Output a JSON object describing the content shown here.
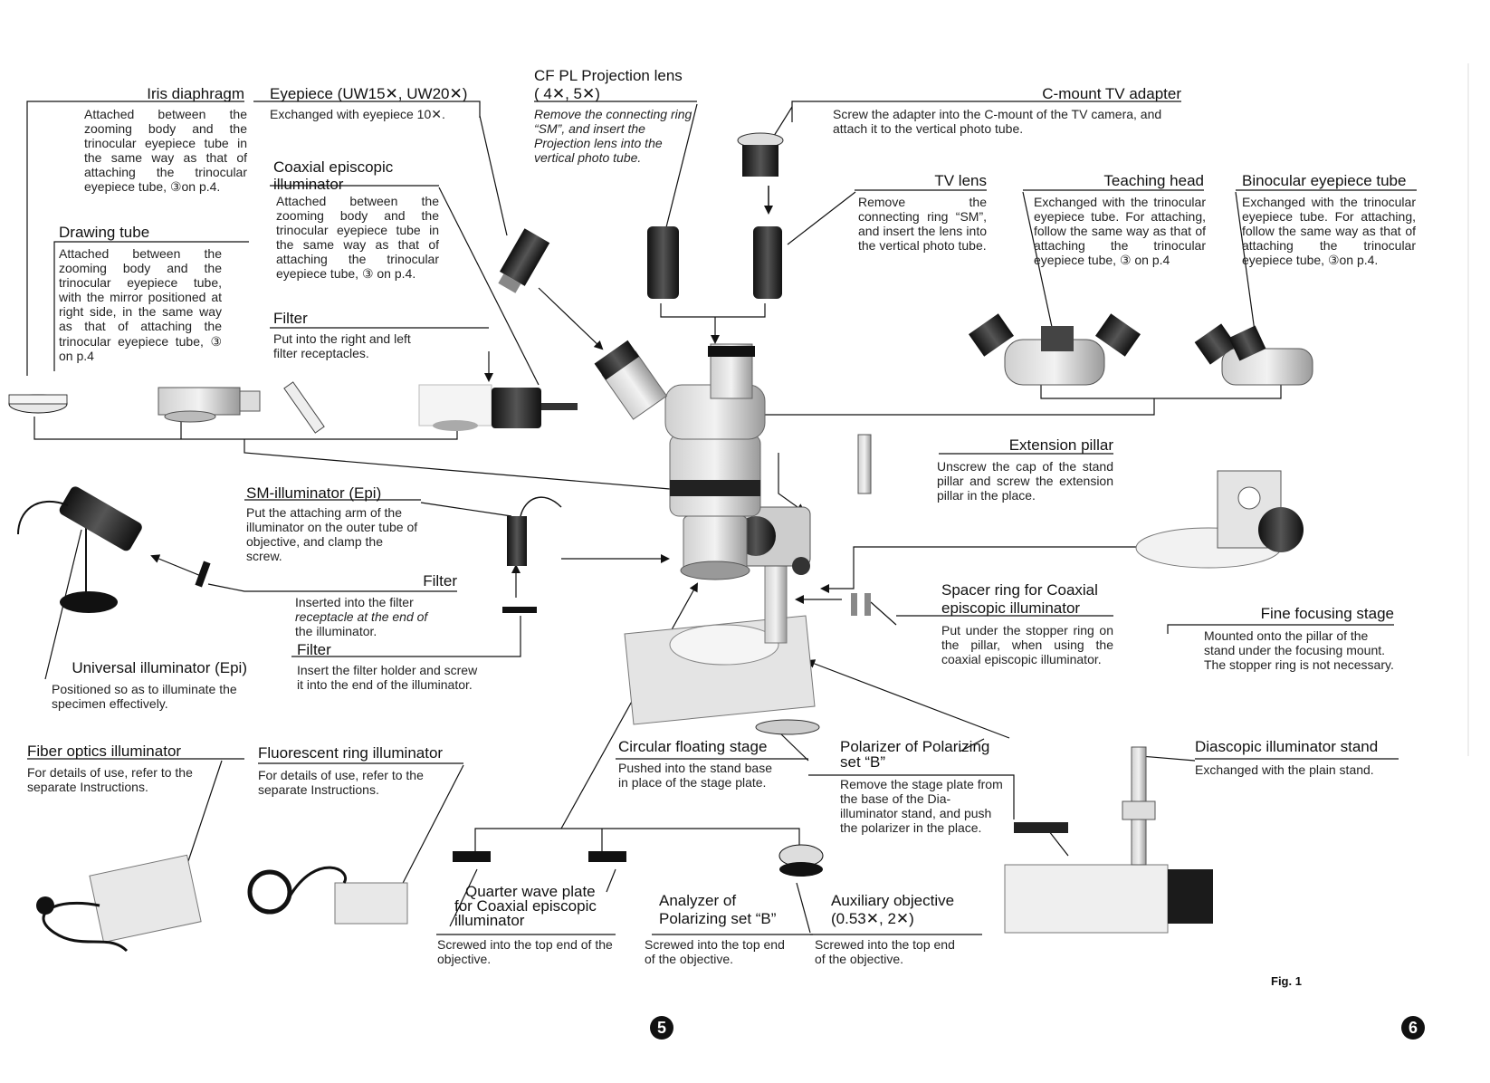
{
  "figure_label": "Fig. 1",
  "page_numbers": [
    "5",
    "6"
  ],
  "parts": {
    "iris": {
      "title": "Iris diaphragm",
      "desc": "Attached between the zooming body and the trinocular eyepiece tube in the same way as that of attaching the trinocular eyepiece tube, ③on p.4."
    },
    "eyepiece": {
      "title": "Eyepiece (UW15✕, UW20✕)",
      "desc": "Exchanged with eyepiece 10✕."
    },
    "cfpl": {
      "title1": "CF PL Projection lens",
      "title2": "( 4✕, 5✕)",
      "desc": "Remove the connecting ring “SM”, and insert the Projection lens into the vertical photo tube."
    },
    "cmount": {
      "title": "C-mount TV adapter",
      "desc": "Screw the adapter into the C-mount of the TV camera, and attach it to the vertical photo tube."
    },
    "coaxial": {
      "title": "Coaxial episcopic illuminator",
      "desc": "Attached between the zooming body and the trinocular eyepiece tube in the same way as that of attaching the trinocular eyepiece tube, ③ on p.4."
    },
    "drawing": {
      "title": "Drawing tube",
      "desc": "Attached between the zooming body and the trinocular eyepiece tube, with the mirror positioned at right side, in the same way as that of attaching the trinocular eyepiece tube, ③ on p.4"
    },
    "filter_top": {
      "title": "Filter",
      "desc": "Put into the right and left filter receptacles."
    },
    "tvlens": {
      "title": "TV lens",
      "desc": "Remove the connecting ring “SM”, and insert the lens into the vertical photo tube."
    },
    "teaching": {
      "title": "Teaching head",
      "desc": "Exchanged with the trinocular eyepiece tube. For attaching, follow the same way as that of attaching the trinocular eyepiece tube, ③ on p.4"
    },
    "binocular": {
      "title": "Binocular eyepiece tube",
      "desc": "Exchanged with the trinocular eyepiece tube. For attaching, follow the same way as that of attaching the trinocular eyepiece tube, ③on p.4."
    },
    "extension": {
      "title": "Extension pillar",
      "desc": "Unscrew the cap of the stand pillar and screw the extension pillar in the place."
    },
    "smillum": {
      "title": "SM-illuminator (Epi)",
      "desc": "Put the attaching arm of the illuminator on the outer tube of objective, and clamp the screw."
    },
    "filter_mid": {
      "title": "Filter",
      "desc1": "Inserted into the filter",
      "desc2": "receptacle at the end of",
      "desc3": "the illuminator."
    },
    "filter_low": {
      "title": "Filter",
      "desc": "Insert the filter holder and screw it into the end of the illuminator."
    },
    "universal": {
      "title": "Universal illuminator (Epi)",
      "desc": "Positioned so as to illuminate the specimen effectively."
    },
    "spacer": {
      "title1": "Spacer ring for Coaxial",
      "title2": "episcopic illuminator",
      "desc": "Put under the stopper ring on the pillar, when using the coaxial episcopic illuminator."
    },
    "finefocus": {
      "title": "Fine focusing stage",
      "desc": "Mounted onto the pillar of the stand under the focusing mount. The stopper ring is not necessary."
    },
    "fiber": {
      "title": "Fiber optics illuminator",
      "desc": "For details of use, refer to the separate Instructions."
    },
    "fluorescent": {
      "title": "Fluorescent ring illuminator",
      "desc": "For details of use, refer to the separate Instructions."
    },
    "circular": {
      "title": "Circular floating stage",
      "desc": "Pushed into the stand base in place of the stage plate."
    },
    "polarizer": {
      "title1": "Polarizer of Polarizing",
      "title2": "set “B”",
      "desc": "Remove the stage plate from the base of the Dia-illuminator stand, and push the polarizer in the place."
    },
    "diascopic": {
      "title": "Diascopic illuminator stand",
      "desc": "Exchanged with the plain stand."
    },
    "quarter": {
      "title1": "Quarter wave plate",
      "title2": "for Coaxial episcopic",
      "title3": "illuminator",
      "desc": "Screwed into the top end of the objective."
    },
    "analyzer": {
      "title1": "Analyzer of",
      "title2": "Polarizing set “B”",
      "desc": "Screwed into the top end of the objective."
    },
    "auxiliary": {
      "title1": "Auxiliary objective",
      "title2": "(0.53✕, 2✕)",
      "desc": "Screwed into the top end of the objective."
    }
  }
}
